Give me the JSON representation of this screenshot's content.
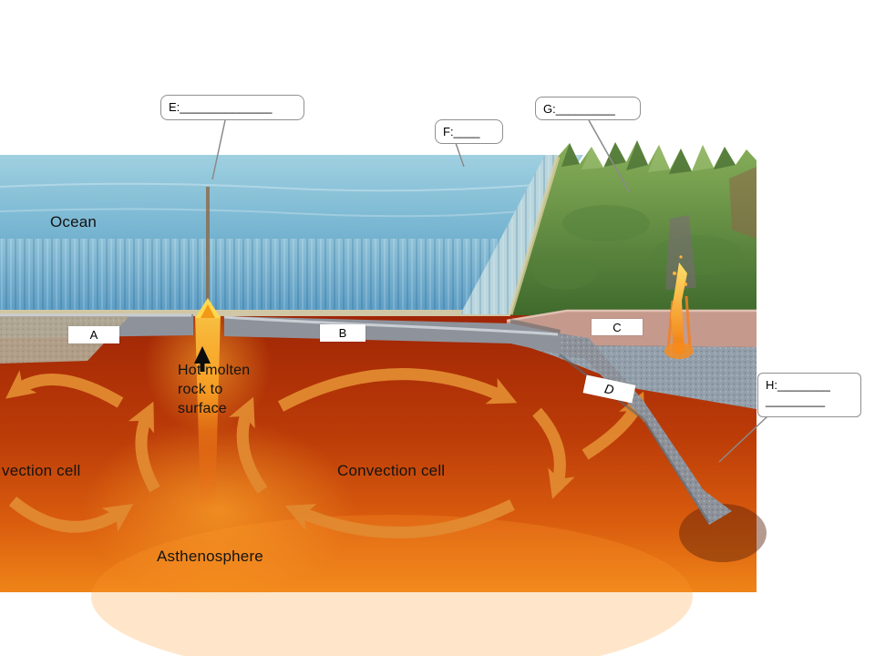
{
  "colors": {
    "arrow_orange": "#e28a31",
    "asthenosphere_top": "#9e2405",
    "asthenosphere_bottom": "#ef8418",
    "magma_yellow": "#ffd84f",
    "ocean_top": "#9fd0e0",
    "ocean_front": "#5b9cc4",
    "land_green": "#6f9c49",
    "sediment_pink": "#c59a8c",
    "plate_gray": "#8e939b"
  },
  "diagram_labels": {
    "ocean": "Ocean",
    "hot_molten_rock": "Hot molten\nrock to\nsurface",
    "convection_cell_left": "vection cell",
    "convection_cell_right": "Convection cell",
    "asthenosphere": "Asthenosphere"
  },
  "answer_markers": {
    "a": "A",
    "b": "B",
    "c": "C",
    "d": "D"
  },
  "callouts": {
    "e": "E:______________",
    "f": "F:____",
    "g": "G:_________",
    "h_line1": "H:________",
    "h_line2": "_________"
  }
}
